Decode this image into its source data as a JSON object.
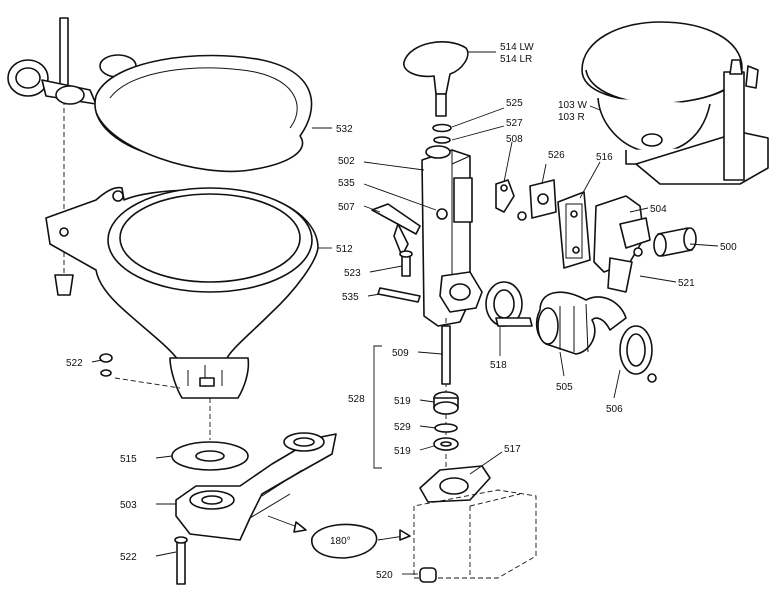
{
  "labels": {
    "514": "514 LW",
    "514b": "514 LR",
    "532": "532",
    "525": "525",
    "527": "527",
    "103": "103 W",
    "103b": "103 R",
    "502": "502",
    "508": "508",
    "526": "526",
    "516": "516",
    "535a": "535",
    "504": "504",
    "507": "507",
    "512": "512",
    "500": "500",
    "523": "523",
    "521": "521",
    "535b": "535",
    "522a": "522",
    "509": "509",
    "518": "518",
    "505": "505",
    "528": "528",
    "519a": "519",
    "506": "506",
    "529": "529",
    "519b": "519",
    "515": "515",
    "517": "517",
    "503": "503",
    "180": "180°",
    "522b": "522",
    "520": "520"
  }
}
